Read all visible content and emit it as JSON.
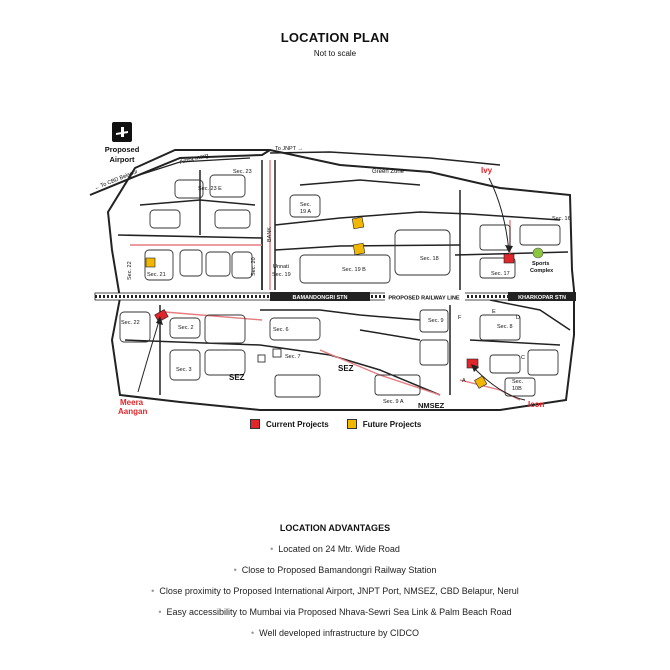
{
  "header": {
    "title": "LOCATION PLAN",
    "subtitle": "Not to scale"
  },
  "map": {
    "labels": {
      "airport_line1": "Proposed",
      "airport_line2": "Airport",
      "amra_marg": "Amra marg",
      "to_cbd": "← To CBD Belapur",
      "to_jnpt": "To JNPT →",
      "green_zone": "Green Zone",
      "sec23e": "Sec. 23 E",
      "sec23": "Sec. 23",
      "sec19a_1": "Sec.",
      "sec19a_2": "19 A",
      "sec16": "Sec. 16",
      "bank": "BANK",
      "sec22_top": "Sec. 22",
      "sec21": "Sec. 21",
      "sec20": "Sec. 20",
      "unnati_1": "Unnati",
      "unnati_2": "Sec. 19",
      "sec19b": "Sec. 19 B",
      "sec18": "Sec. 18",
      "sec17": "Sec. 17",
      "sports_1": "Sports",
      "sports_2": "Complex",
      "bamandongri": "BAMANDONGRI STN",
      "railway": "PROPOSED RAILWAY LINE",
      "kharkopar": "KHARKOPAR STN",
      "sec22_bot": "Sec. 22",
      "sec2": "Sec. 2",
      "sec6": "Sec. 6",
      "sec9": "Sec. 9",
      "sec8": "Sec. 8",
      "sec_e": "E",
      "sec_d": "D",
      "sec_f": "F",
      "sec_c": "C",
      "sec_a": "A",
      "sec7": "Sec. 7",
      "sec3": "Sec. 3",
      "sez1": "SEZ",
      "sez2": "SEZ",
      "sec10b_1": "Sec.",
      "sec10b_2": "10B",
      "sec9a": "Sec. 9 A",
      "nmsez": "NMSEZ",
      "ivy": "Ivy",
      "icon": "Icon",
      "meera_1": "Meera",
      "meera_2": "Aangan"
    },
    "colors": {
      "current": "#e0262b",
      "future": "#f2b705",
      "sports": "#8cc63f",
      "project_label": "#e0262b"
    }
  },
  "legend": {
    "current": "Current Projects",
    "future": "Future Projects"
  },
  "advantages": {
    "title": "LOCATION ADVANTAGES",
    "items": [
      "Located on 24 Mtr. Wide Road",
      "Close to Proposed Bamandongri Railway Station",
      "Close proximity to Proposed International Airport, JNPT Port, NMSEZ, CBD Belapur, Nerul",
      "Easy accessibility to Mumbai via Proposed Nhava-Sewri Sea Link & Palm Beach Road",
      "Well developed infrastructure by CIDCO"
    ]
  }
}
